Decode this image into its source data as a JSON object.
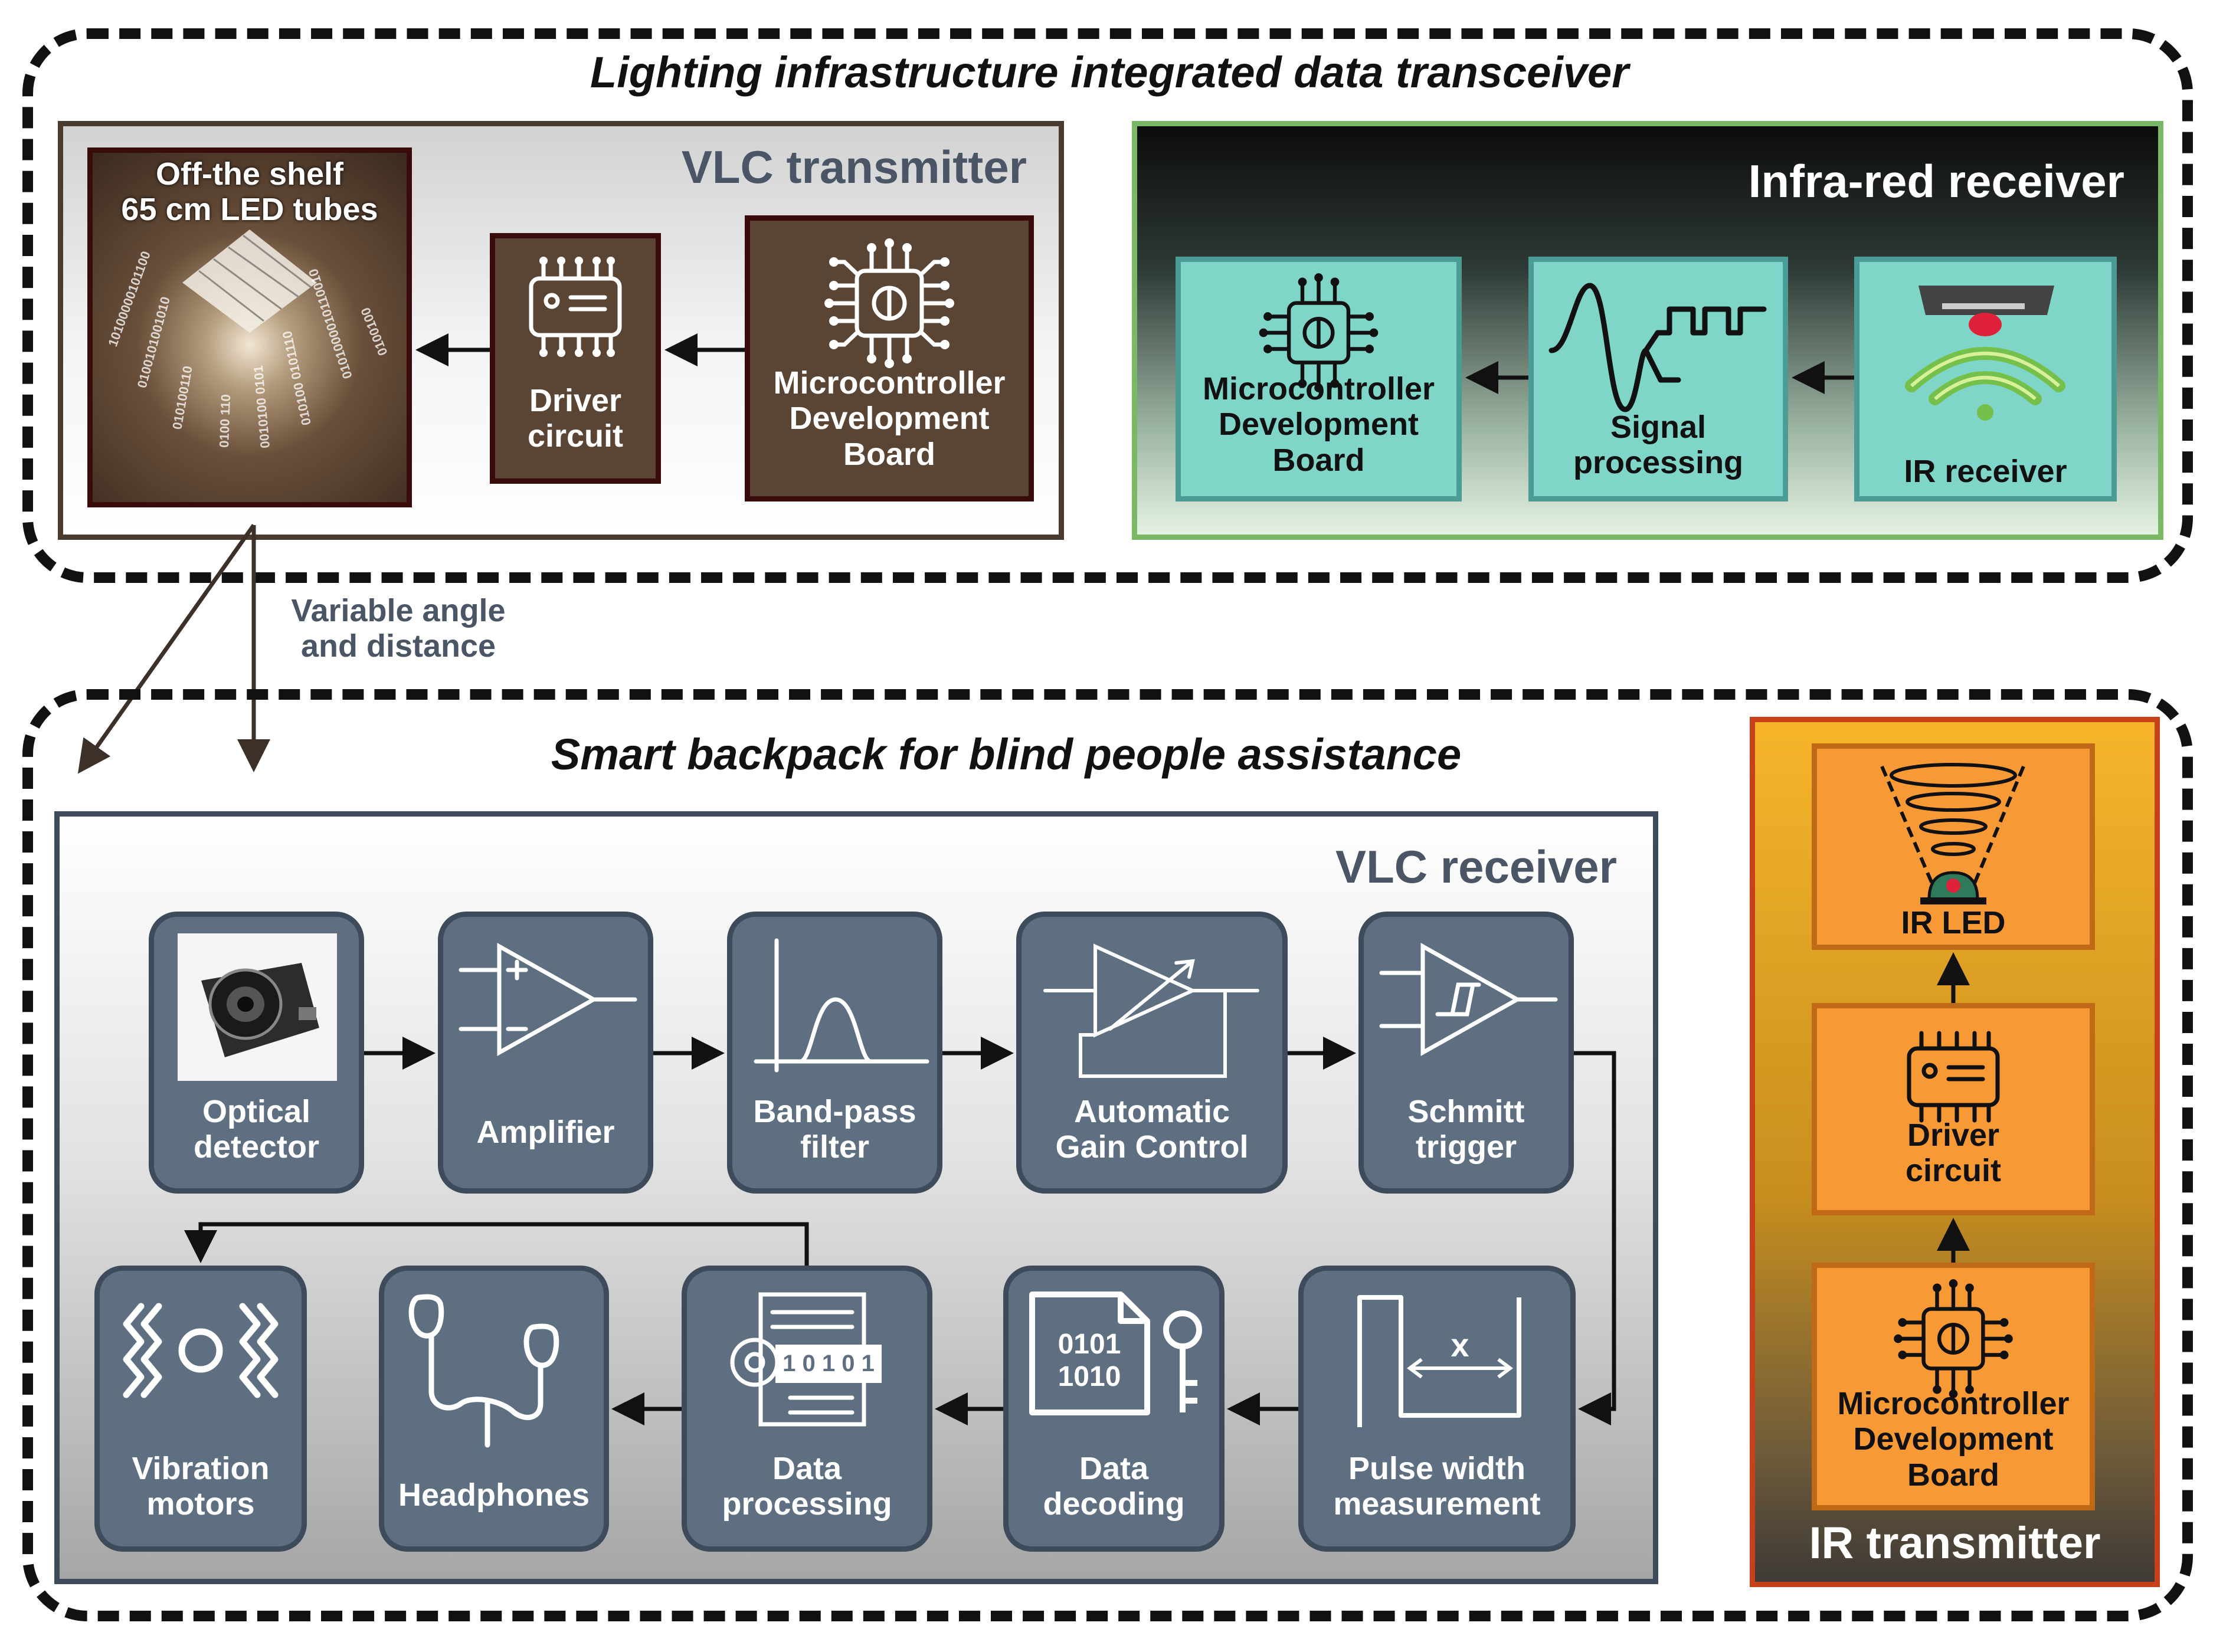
{
  "top_group": {
    "title": "Lighting infrastructure integrated data transceiver"
  },
  "vlc_transmitter": {
    "title": "VLC transmitter",
    "led_label": "Off-the shelf\n65 cm LED tubes",
    "driver_label": "Driver\ncircuit",
    "mcu_label": "Microcontroller\nDevelopment\nBoard"
  },
  "ir_receiver": {
    "title": "Infra-red receiver",
    "mcu_label": "Microcontroller\nDevelopment\nBoard",
    "signal_label": "Signal\nprocessing",
    "ir_label": "IR receiver"
  },
  "link_label": "Variable angle\nand distance",
  "bottom_group": {
    "title": "Smart backpack for blind people assistance"
  },
  "vlc_receiver": {
    "title": "VLC receiver",
    "row1": [
      {
        "label": "Optical\ndetector",
        "icon": "optical-detector-photo"
      },
      {
        "label": "Amplifier",
        "icon": "op-amp-icon"
      },
      {
        "label": "Band-pass\nfilter",
        "icon": "band-pass-icon"
      },
      {
        "label": "Automatic\nGain Control",
        "icon": "agc-icon"
      },
      {
        "label": "Schmitt\ntrigger",
        "icon": "schmitt-trigger-icon"
      }
    ],
    "row2": [
      {
        "label": "Vibration\nmotors",
        "icon": "vibration-icon"
      },
      {
        "label": "Headphones",
        "icon": "headphones-icon"
      },
      {
        "label": "Data\nprocessing",
        "icon": "data-processing-icon"
      },
      {
        "label": "Data\ndecoding",
        "icon": "data-decoding-icon"
      },
      {
        "label": "Pulse width\nmeasurement",
        "icon": "pulse-width-icon"
      }
    ],
    "pulse_x": "x",
    "binary_text": "0101\n1010",
    "bits_text": "1 0 1 0 1"
  },
  "ir_transmitter": {
    "title": "IR transmitter",
    "led_label": "IR LED",
    "driver_label": "Driver\ncircuit",
    "mcu_label": "Microcontroller\nDevelopment\nBoard"
  },
  "colors": {
    "brown_block": "#5a4535",
    "teal_block": "#7fd6c8",
    "slate_block": "#5f6f82",
    "orange_block": "#f79a35",
    "green_border": "#7ab865",
    "orange_border": "#c8401a"
  }
}
